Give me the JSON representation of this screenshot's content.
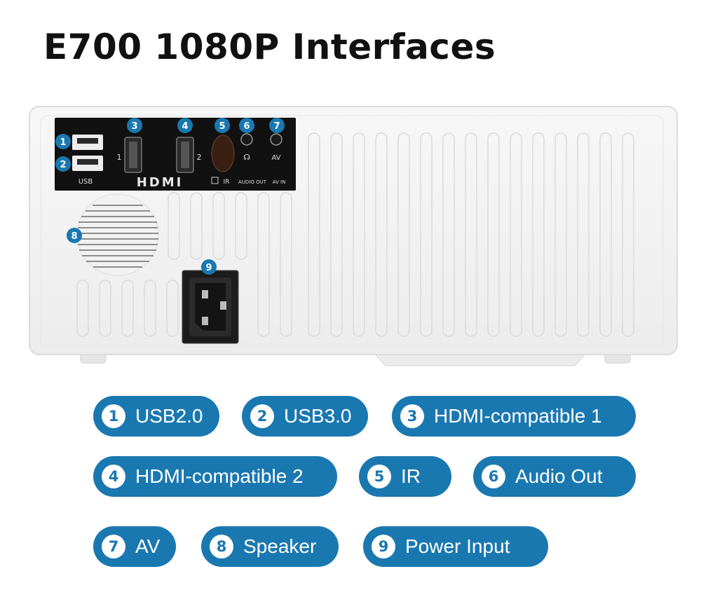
{
  "title": "E700 1080P Interfaces",
  "colors": {
    "accent": "#1a78b0",
    "device_body": "#f4f4f4",
    "panel": "#111111"
  },
  "device": {
    "callouts": [
      "1",
      "2",
      "3",
      "4",
      "5",
      "6",
      "7",
      "8",
      "9"
    ],
    "panel_labels": {
      "usb": "USB",
      "hdmi_port_1": "1",
      "hdmi_port_2": "2",
      "hdmi_logo": "HDMI",
      "ir": "IR",
      "audio_out": "AUDIO OUT",
      "av_in": "AV IN",
      "av": "AV"
    }
  },
  "legend": [
    {
      "num": "1",
      "label": "USB2.0"
    },
    {
      "num": "2",
      "label": "USB3.0"
    },
    {
      "num": "3",
      "label": "HDMI-compatible 1"
    },
    {
      "num": "4",
      "label": "HDMI-compatible 2"
    },
    {
      "num": "5",
      "label": "IR"
    },
    {
      "num": "6",
      "label": "Audio Out"
    },
    {
      "num": "7",
      "label": "AV"
    },
    {
      "num": "8",
      "label": "Speaker"
    },
    {
      "num": "9",
      "label": "Power Input"
    }
  ]
}
